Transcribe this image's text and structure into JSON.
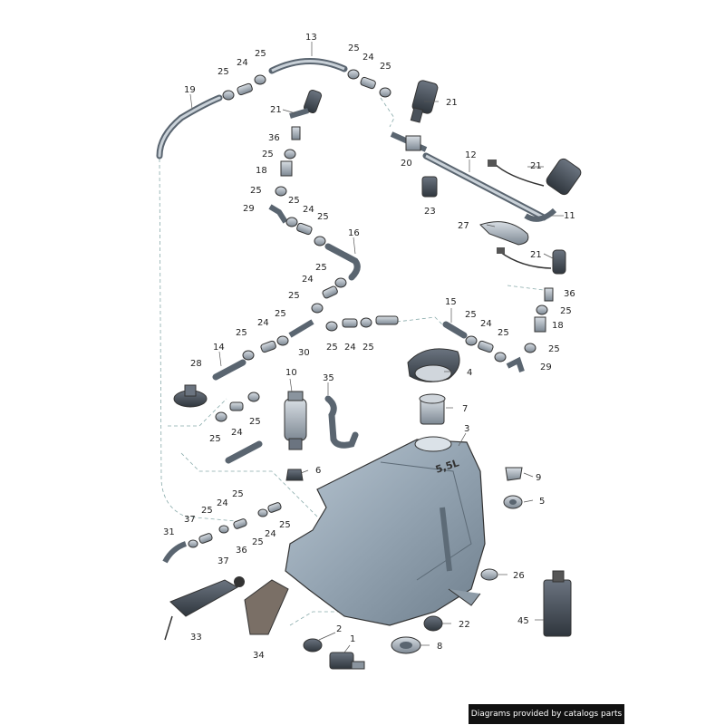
{
  "diagram": {
    "capacity_marking": "5,5L",
    "footer_text": "Diagrams provided by catalogs parts",
    "labels": {
      "l1": "1",
      "l2": "2",
      "l3": "3",
      "l4": "4",
      "l5": "5",
      "l6": "6",
      "l7": "7",
      "l8": "8",
      "l9": "9",
      "l10": "10",
      "l11": "11",
      "l12": "12",
      "l13": "13",
      "l14": "14",
      "l15": "15",
      "l16": "16",
      "l18": "18",
      "l19": "19",
      "l20": "20",
      "l21": "21",
      "l22": "22",
      "l23": "23",
      "l24": "24",
      "l25": "25",
      "l26": "26",
      "l27": "27",
      "l28": "28",
      "l29": "29",
      "l30": "30",
      "l31": "31",
      "l33": "33",
      "l34": "34",
      "l35": "35",
      "l36": "36",
      "l37": "37",
      "l45": "45"
    }
  }
}
